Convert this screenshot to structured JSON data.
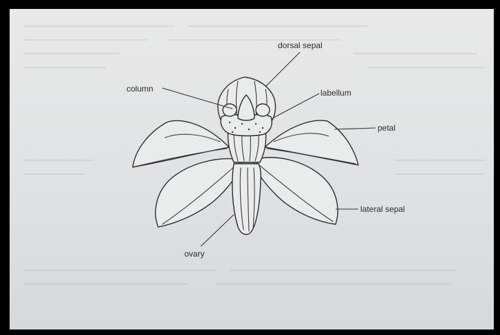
{
  "labels": {
    "dorsal_sepal": "dorsal sepal",
    "column": "column",
    "labellum": "labellum",
    "petal": "petal",
    "lateral_sepal": "lateral sepal",
    "ovary": "ovary"
  },
  "colors": {
    "frame": "#050505",
    "paper": "#e3e6e8",
    "ink": "#2b2b2b"
  }
}
